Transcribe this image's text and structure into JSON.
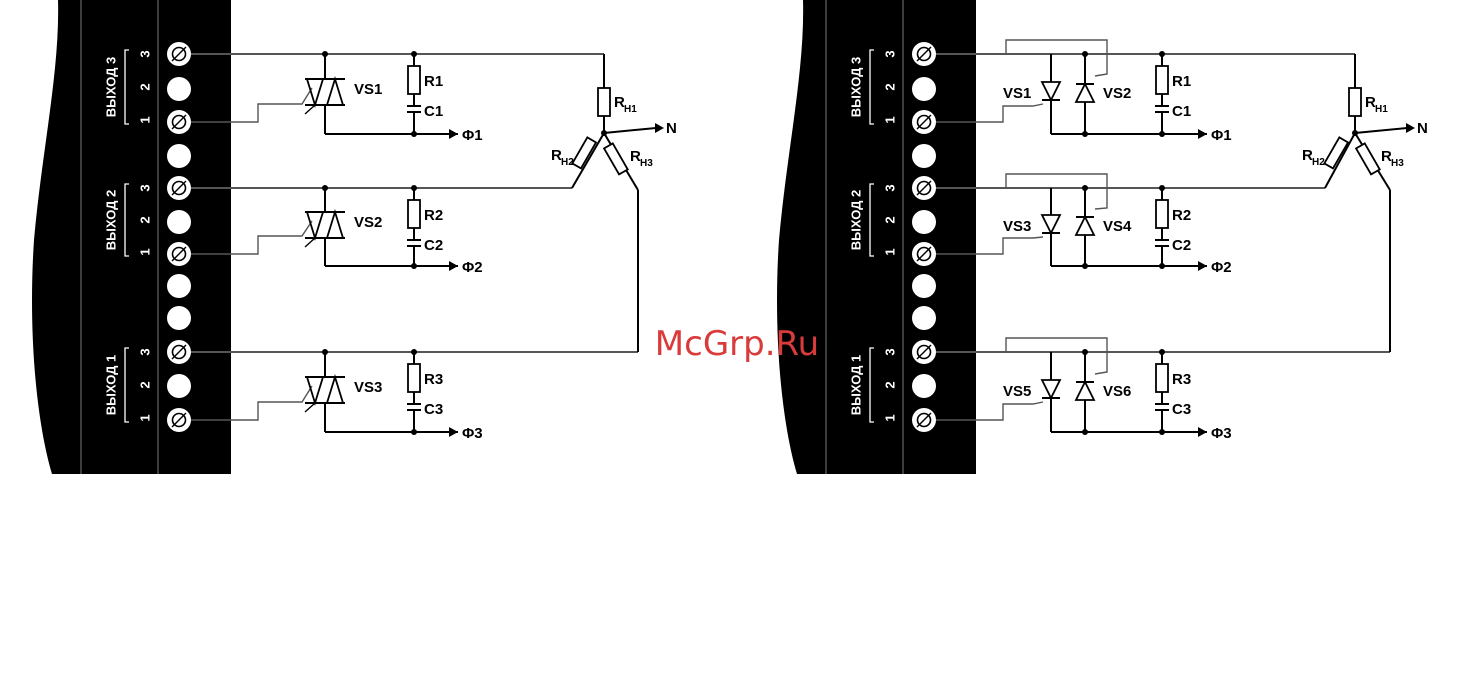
{
  "watermark": "McGrp.Ru",
  "outputs": [
    {
      "label": "ВЫХОД 3",
      "pins": [
        "3",
        "2",
        "1"
      ]
    },
    {
      "label": "ВЫХОД 2",
      "pins": [
        "3",
        "2",
        "1"
      ]
    },
    {
      "label": "ВЫХОД 1",
      "pins": [
        "3",
        "2",
        "1"
      ]
    }
  ],
  "left_scheme": {
    "triacs": [
      "VS1",
      "VS2",
      "VS3"
    ],
    "resistors": [
      "R1",
      "R2",
      "R3"
    ],
    "capacitors": [
      "C1",
      "C2",
      "C3"
    ],
    "phases": [
      "Φ1",
      "Φ2",
      "Φ3"
    ]
  },
  "right_scheme": {
    "thyristors": [
      "VS1",
      "VS2",
      "VS3",
      "VS4",
      "VS5",
      "VS6"
    ],
    "resistors": [
      "R1",
      "R2",
      "R3"
    ],
    "capacitors": [
      "C1",
      "C2",
      "C3"
    ],
    "phases": [
      "Φ1",
      "Φ2",
      "Φ3"
    ]
  },
  "load": {
    "r_letter": "R",
    "subscripts": [
      "Н1",
      "Н2",
      "Н3"
    ],
    "neutral": "N"
  },
  "colors": {
    "panel": "#000000",
    "wire": "#000000",
    "watermark": "#d93a3a"
  }
}
